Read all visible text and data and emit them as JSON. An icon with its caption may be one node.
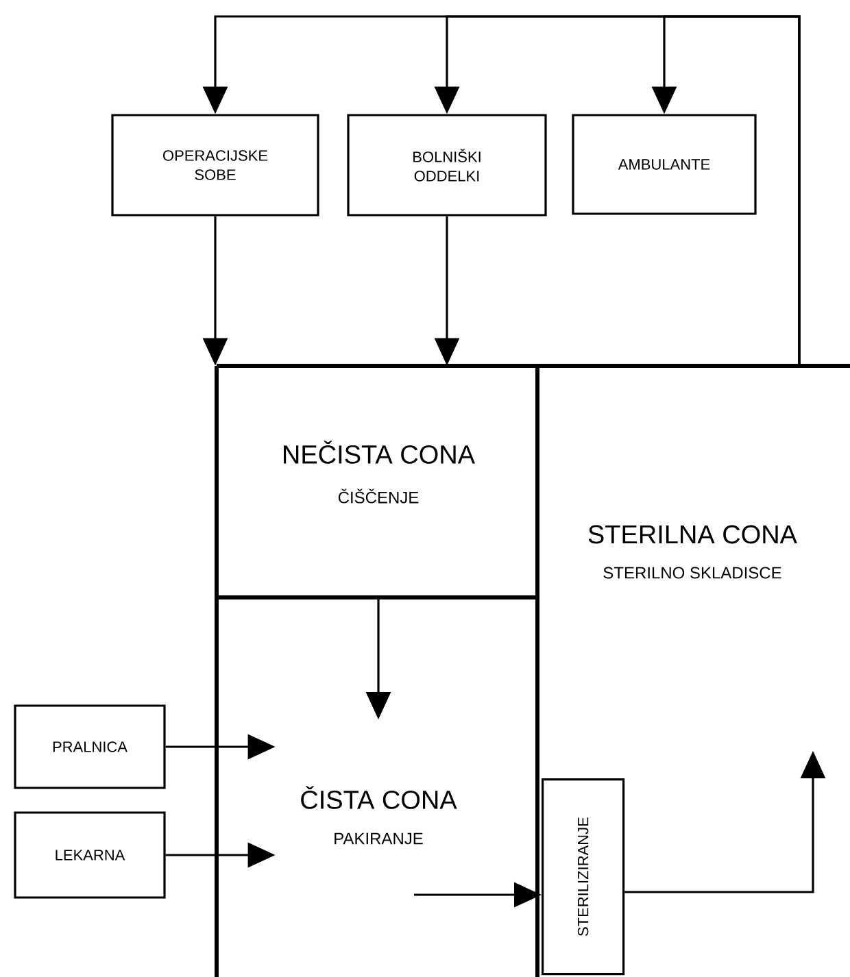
{
  "diagram": {
    "nodes": [
      {
        "text": [
          "OPERACIJSKE SOBE"
        ]
      },
      {
        "text": [
          "BOLNIŠKI ODDELKI"
        ]
      },
      {
        "text": [
          "AMBULANTE"
        ]
      },
      {
        "text": [
          "NEČISTA CONA",
          "ČIŠČENJE"
        ]
      },
      {
        "text": [
          "ČISTA CONA",
          "PAKIRANJE"
        ]
      },
      {
        "text": [
          "STERILNA CONA",
          "STERILNO SKLADISCE"
        ]
      },
      {
        "text": [
          "PRALNICA"
        ]
      },
      {
        "text": [
          "LEKARNA"
        ]
      },
      {
        "text": [
          "STERILIZIRANJE"
        ],
        "in": 5
      }
    ],
    "edges": [
      {
        "from": 5,
        "to": 0,
        "arrow": "to"
      },
      {
        "from": 5,
        "to": 1,
        "arrow": "to"
      },
      {
        "from": 5,
        "to": 2,
        "arrow": "to"
      },
      {
        "from": 0,
        "to": 3,
        "arrow": "to"
      },
      {
        "from": 1,
        "to": 3,
        "arrow": "to"
      },
      {
        "from": 3,
        "to": 4,
        "arrow": "to"
      },
      {
        "from": 6,
        "to": 4,
        "arrow": "to"
      },
      {
        "from": 7,
        "to": 4,
        "arrow": "to"
      },
      {
        "from": 4,
        "to": 8,
        "arrow": "to"
      },
      {
        "from": 8,
        "to": 5,
        "arrow": "to"
      }
    ]
  }
}
